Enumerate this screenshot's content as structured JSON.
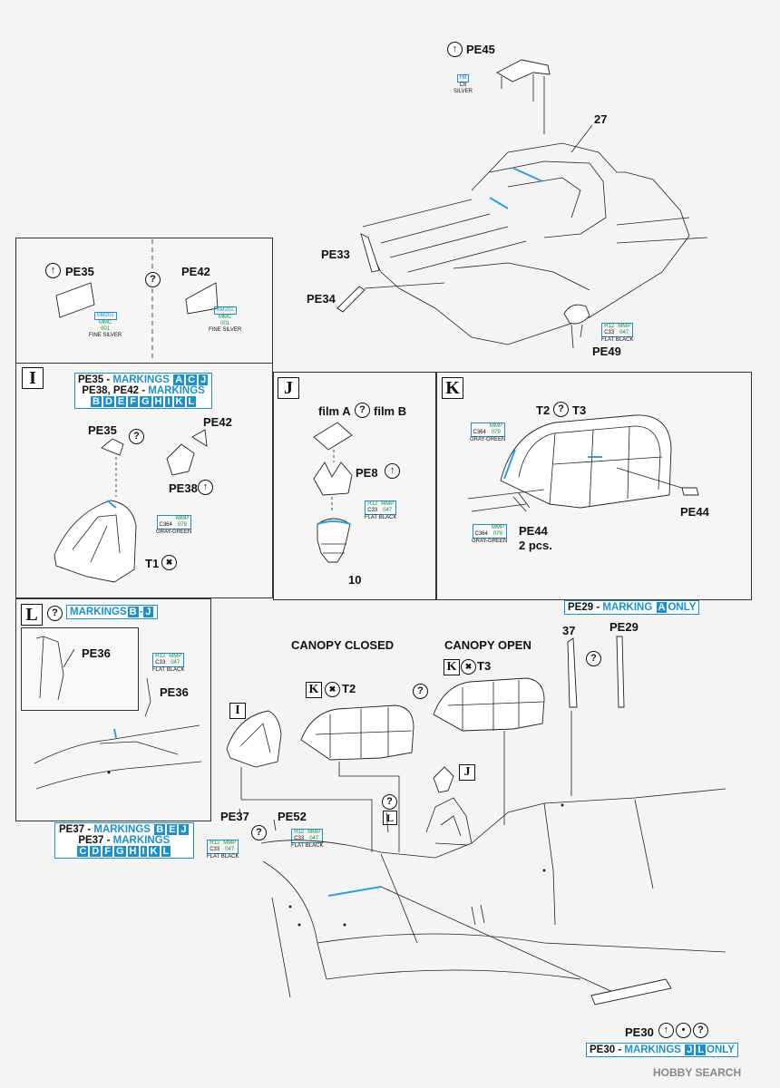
{
  "sections": {
    "I": "I",
    "J": "J",
    "K": "K",
    "L": "L"
  },
  "top": {
    "pe45": "PE45",
    "pe45_paint": {
      "code1": "H8",
      "code2": "C8",
      "name": "SILVER"
    },
    "part27": "27",
    "pe33": "PE33",
    "pe34": "PE34",
    "pe49": "PE49",
    "pe49_paint": {
      "code1": "H12",
      "code1b": "MMP",
      "code2": "C33",
      "code2b": "047",
      "name": "FLAT BLACK"
    },
    "pe35": "PE35",
    "pe35_paint": {
      "code1": "SM201",
      "code2": "MMC",
      "code3": "001",
      "name": "FINE SILVER"
    },
    "pe42": "PE42",
    "pe42_paint": {
      "code1": "SM201",
      "code2": "MMC",
      "code3": "001",
      "name": "FINE SILVER"
    }
  },
  "panel_i": {
    "line1_part": "PE35 - ",
    "line1_label": "MARKINGS",
    "line1_tiles": [
      "A",
      "C",
      "J"
    ],
    "line2_part": "PE38, PE42 - ",
    "line2_label": "MARKINGS",
    "line2_tiles": [
      "B",
      "D",
      "E",
      "F",
      "G",
      "H",
      "I",
      "K",
      "L"
    ],
    "pe35": "PE35",
    "pe42": "PE42",
    "pe38": "PE38",
    "t1": "T1",
    "paint": {
      "code1b": "MMP",
      "code2": "C364",
      "code2b": "079",
      "name": "GRAY-GREEN"
    }
  },
  "panel_j": {
    "film_a": "film A",
    "film_b": "film B",
    "pe8": "PE8",
    "part10": "10",
    "paint": {
      "code1": "H12",
      "code1b": "MMP",
      "code2": "C33",
      "code2b": "047",
      "name": "FLAT BLACK"
    }
  },
  "panel_k": {
    "t2": "T2",
    "t3": "T3",
    "pe44": "PE44",
    "pe44b": "PE44",
    "pcs": "2 pcs.",
    "paint1": {
      "code1b": "MMP",
      "code2": "C364",
      "code2b": "079",
      "name": "GRAY-GREEN"
    },
    "paint2": {
      "code1b": "MMP",
      "code2": "C364",
      "code2b": "079",
      "name": "GRAY-GREEN"
    }
  },
  "panel_l": {
    "label": "MARKINGS",
    "tiles": [
      "B",
      "J"
    ],
    "pe36": "PE36",
    "pe36b": "PE36",
    "paint": {
      "code1": "H12",
      "code1b": "MMP",
      "code2": "C33",
      "code2b": "047",
      "name": "FLAT BLACK"
    }
  },
  "main": {
    "pe29_box_part": "PE29 - ",
    "pe29_box_label": "MARKING",
    "pe29_box_tile": "A",
    "pe29_box_only": "ONLY",
    "part37": "37",
    "pe29": "PE29",
    "canopy_closed": "CANOPY CLOSED",
    "canopy_open": "CANOPY OPEN",
    "t2": "T2",
    "t3": "T3",
    "pe37": "PE37",
    "pe52": "PE52",
    "pe37_paint": {
      "code1": "H12",
      "code1b": "MMP",
      "code2": "C33",
      "code2b": "047",
      "name": "FLAT BLACK"
    },
    "pe52_paint": {
      "code1": "H12",
      "code1b": "MMP",
      "code2": "C33",
      "code2b": "047",
      "name": "FLAT BLACK"
    },
    "pe37_line1_part": "PE37 - ",
    "pe37_line1_label": "MARKINGS",
    "pe37_line1_tiles": [
      "B",
      "E",
      "J"
    ],
    "pe37_line2_part": "PE37 - ",
    "pe37_line2_label": "MARKINGS",
    "pe37_line2_tiles": [
      "C",
      "D",
      "F",
      "G",
      "H",
      "I",
      "K",
      "L"
    ],
    "pe30": "PE30",
    "pe30_box_part": "PE30 - ",
    "pe30_box_label": "MARKINGS",
    "pe30_box_tiles": [
      "J",
      "L"
    ],
    "pe30_box_only": "ONLY"
  },
  "watermark": "HOBBY SEARCH",
  "colors": {
    "accent": "#1b8fd0",
    "paint_green": "#1a8f4a"
  }
}
